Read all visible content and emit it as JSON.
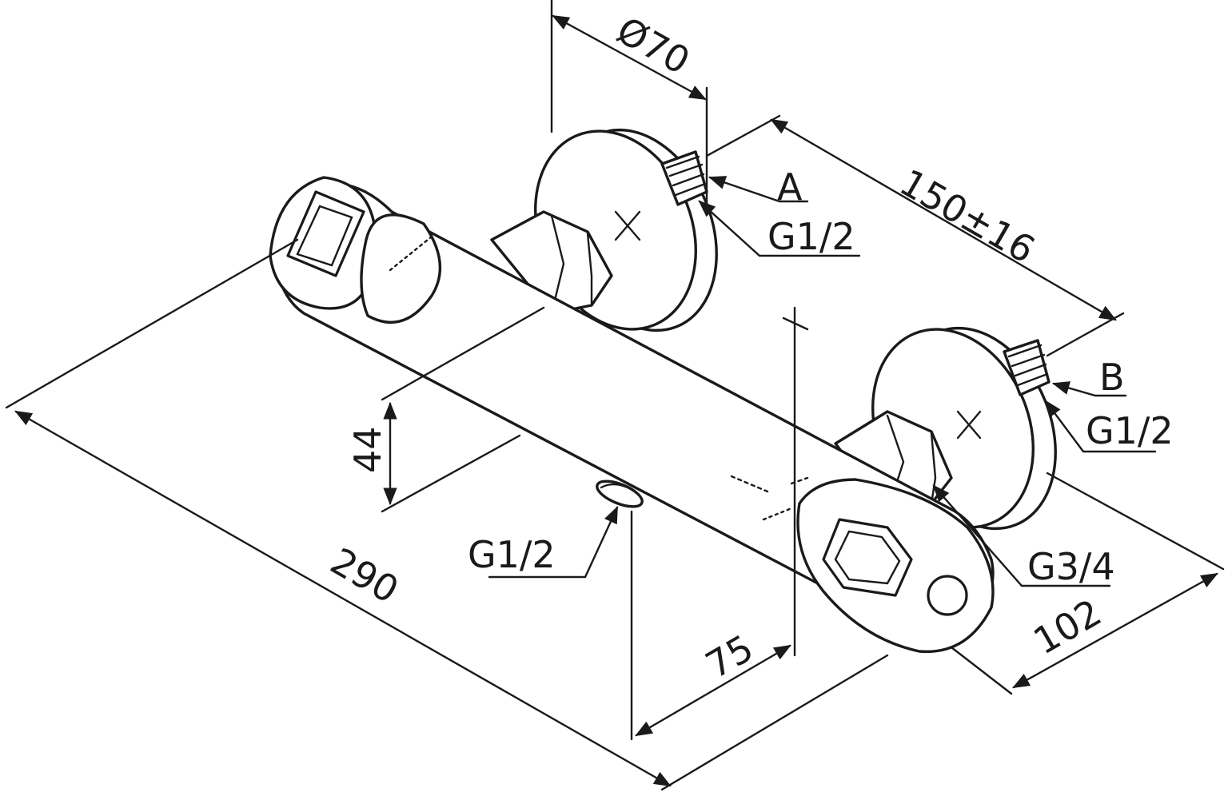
{
  "labels": {
    "diameter": "Ø70",
    "inlet_a": "A",
    "inlet_a_thread": "G1/2",
    "centers": "150±16",
    "inlet_b": "B",
    "inlet_b_thread": "G1/2",
    "outlet_bottom_thread": "G1/2",
    "outlet_thread": "G3/4",
    "height": "44",
    "length": "290",
    "offset": "75",
    "depth": "102"
  }
}
